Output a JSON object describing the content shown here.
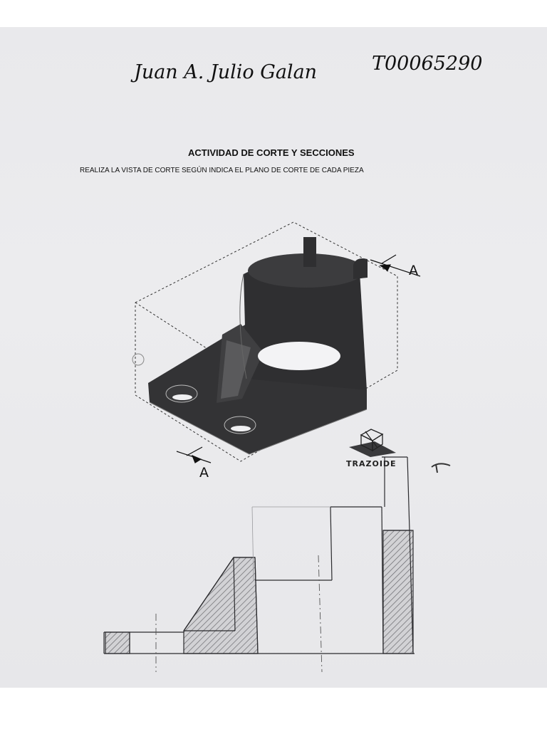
{
  "header": {
    "student_name": "Juan A. Julio Galan",
    "student_id": "T00065290"
  },
  "document": {
    "title": "ACTIVIDAD DE CORTE Y SECCIONES",
    "instruction": "REALIZA LA VISTA DE CORTE SEGÚN INDICA EL PLANO DE CORTE DE CADA PIEZA"
  },
  "isometric_view": {
    "cut_label_top": "A",
    "cut_label_bottom": "A"
  },
  "logo": {
    "text": "TRAZOIDE"
  },
  "colors": {
    "paper": "#e9e9ec",
    "ink": "#111111",
    "part_fill": "#3a3a3c",
    "hatch": "#555555"
  }
}
